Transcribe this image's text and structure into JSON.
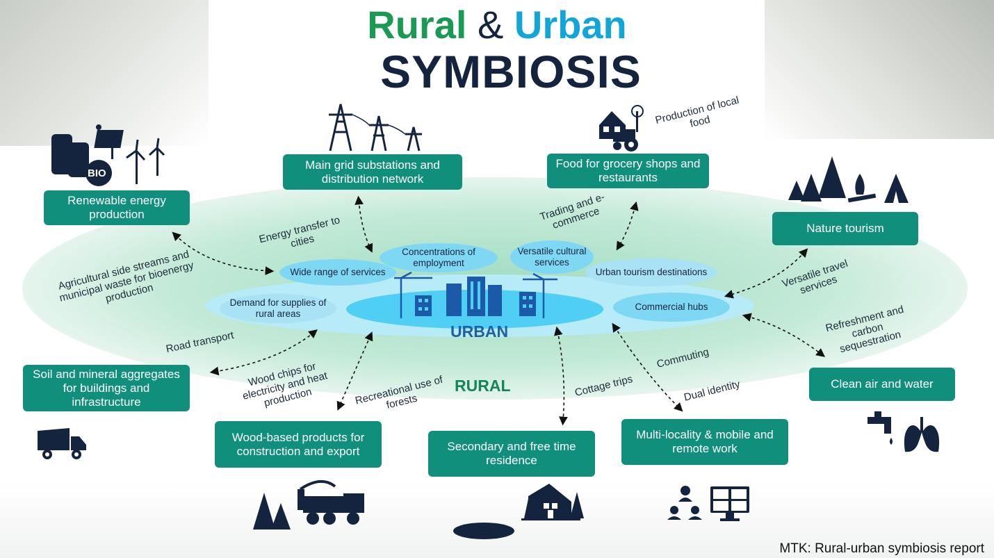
{
  "title": {
    "rural": "Rural",
    "amp": " & ",
    "urban": "Urban",
    "main": "SYMBIOSIS"
  },
  "colors": {
    "rural_green": "#1a9a52",
    "urban_blue": "#12a6d8",
    "navy": "#14243f",
    "box_teal": "#0f8f7c",
    "pill_blue": "#7fd8f3"
  },
  "zones": {
    "urban": "URBAN",
    "rural": "RURAL"
  },
  "boxes": {
    "renewable": "Renewable energy production",
    "grid": "Main grid substations and distribution network",
    "food": "Food for grocery shops and restaurants",
    "nature": "Nature tourism",
    "clean": "Clean air and water",
    "soil": "Soil and mineral aggregates for buildings and infrastructure",
    "wood": "Wood-based products for construction and export",
    "secondary": "Secondary and free time residence",
    "multi": "Multi-locality & mobile and remote work"
  },
  "urban_nodes": {
    "services": "Wide range of services",
    "employment": "Concentrations of employment",
    "cultural": "Versatile cultural services",
    "tourism": "Urban tourism destinations",
    "commercial": "Commercial hubs",
    "demand": "Demand for supplies of rural areas"
  },
  "flows": {
    "energy_transfer": "Energy transfer to cities",
    "agri": "Agricultural side streams and municipal waste for bioenergy production",
    "road": "Road transport",
    "woodchips": "Wood chips for electricity and heat production",
    "recreational": "Recreational use of forests",
    "cottage": "Cottage trips",
    "commuting": "Commuting",
    "dual": "Dual identity",
    "refreshment": "Refreshment and carbon sequestration",
    "travel": "Versatile travel services",
    "trading": "Trading and e-commerce",
    "local_food": "Production of local food"
  },
  "icons": {
    "renewable": "bio-solar-wind-icon",
    "grid": "power-pylons-icon",
    "food": "farm-tractor-icon",
    "nature": "forest-campfire-tent-icon",
    "soil": "dump-truck-icon",
    "wood": "forest-harvester-icon",
    "secondary": "cottage-lake-icon",
    "multi": "remote-work-icon",
    "clean": "tap-lungs-icon",
    "urban": "city-cranes-icon"
  },
  "credit": "MTK: Rural-urban symbiosis report"
}
